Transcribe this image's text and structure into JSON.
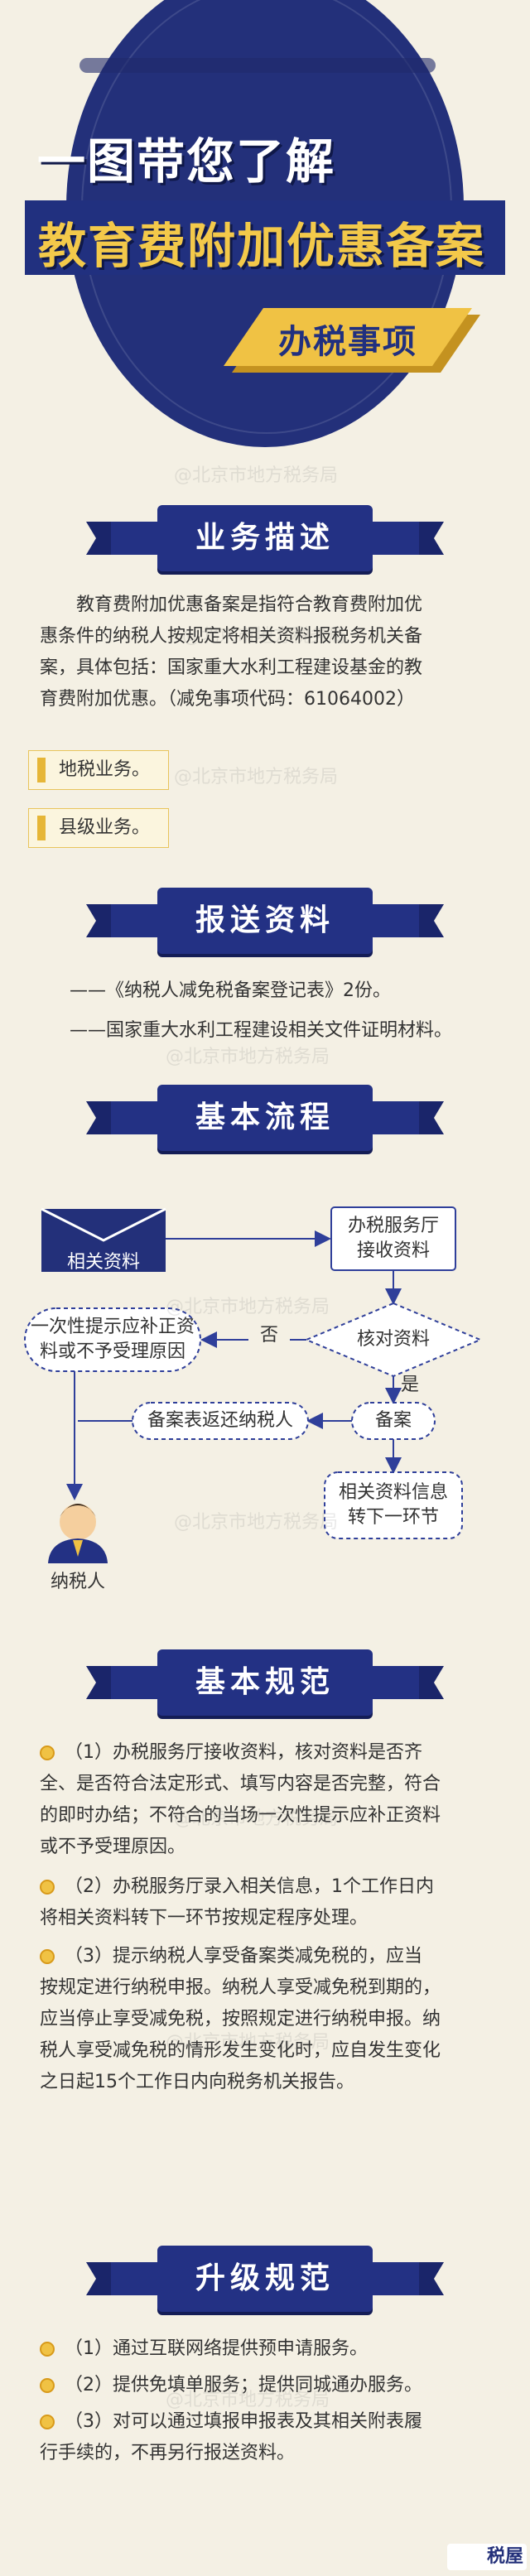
{
  "hero": {
    "line1": "一图带您了解",
    "line2": "教育费附加优惠备案",
    "tag": "办税事项"
  },
  "watermark": "@北京市地方税务局",
  "sections": {
    "s1": "业务描述",
    "s2": "报送资料",
    "s3": "基本流程",
    "s4": "基本规范",
    "s5": "升级规范"
  },
  "description": {
    "para_l1": "教育费附加优惠备案是指符合教育费附加优",
    "para_l2": "惠条件的纳税人按规定将相关资料报税务机关备",
    "para_l3": "案，具体包括：国家重大水利工程建设基金的教",
    "para_l4": "育费附加优惠。（减免事项代码：61064002）",
    "chip1": "地税业务。",
    "chip2": "县级业务。"
  },
  "materials": {
    "item1": "——《纳税人减免税备案登记表》2份。",
    "item2": "——国家重大水利工程建设相关文件证明材料。"
  },
  "flow": {
    "envelope": "相关资料",
    "n1_l1": "办税服务厅",
    "n1_l2": "接收资料",
    "n2": "核对资料",
    "no": "否",
    "yes": "是",
    "n3_l1": "一次性提示应补正资",
    "n3_l2": "料或不予受理原因",
    "n4": "备案",
    "n5": "备案表返还纳税人",
    "n6_l1": "相关资料信息",
    "n6_l2": "转下一环节",
    "person": "纳税人"
  },
  "rules": {
    "r1_l1": "（1）办税服务厅接收资料，核对资料是否齐",
    "r1_l2": "全、是否符合法定形式、填写内容是否完整，符合",
    "r1_l3": "的即时办结；不符合的当场一次性提示应补正资料",
    "r1_l4": "或不予受理原因。",
    "r2_l1": "（2）办税服务厅录入相关信息，1个工作日内",
    "r2_l2": "将相关资料转下一环节按规定程序处理。",
    "r3_l1": "（3）提示纳税人享受备案类减免税的，应当",
    "r3_l2": "按规定进行纳税申报。纳税人享受减免税到期的，",
    "r3_l3": "应当停止享受减免税，按照规定进行纳税申报。纳",
    "r3_l4": "税人享受减免税的情形发生变化时，应自发生变化",
    "r3_l5": "之日起15个工作日内向税务机关报告。"
  },
  "upgrade": {
    "u1": "（1）通过互联网络提供预申请服务。",
    "u2": "（2）提供免填单服务；提供同城通办服务。",
    "u3_l1": "（3）对可以通过填报申报表及其相关附表履",
    "u3_l2": "行手续的，不再另行报送资料。"
  },
  "footer": {
    "logo": "税屋"
  },
  "colors": {
    "navy": "#233184",
    "gold": "#f0c244",
    "cream": "#f4f0e4"
  }
}
